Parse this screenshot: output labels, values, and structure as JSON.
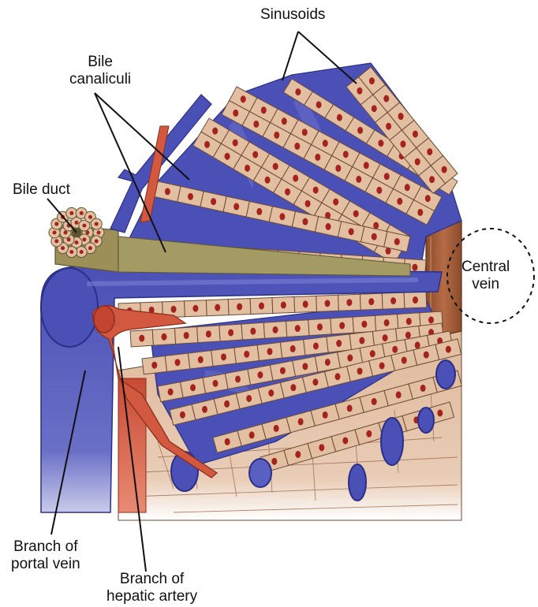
{
  "labels": {
    "sinusoids": "Sinusoids",
    "bile_canaliculi": [
      "Bile",
      "canaliculi"
    ],
    "bile_duct": "Bile duct",
    "central_vein": [
      "Central",
      "vein"
    ],
    "branch_portal_vein": [
      "Branch of",
      "portal vein"
    ],
    "branch_hepatic_artery": [
      "Branch of",
      "hepatic artery"
    ]
  },
  "colors": {
    "hepatocyte": "#e3bfa2",
    "hepatocyte_outline": "#6b4a35",
    "nucleus": "#a4231d",
    "sinusoid_blue": "#4a50b5",
    "sinusoid_dark": "#2b2f86",
    "portal_vein": "#5055b8",
    "hepatic_artery": "#d2583f",
    "central_vein_brown": "#a9653f",
    "bile_duct": "#9c9058",
    "leader_line": "#111111"
  }
}
